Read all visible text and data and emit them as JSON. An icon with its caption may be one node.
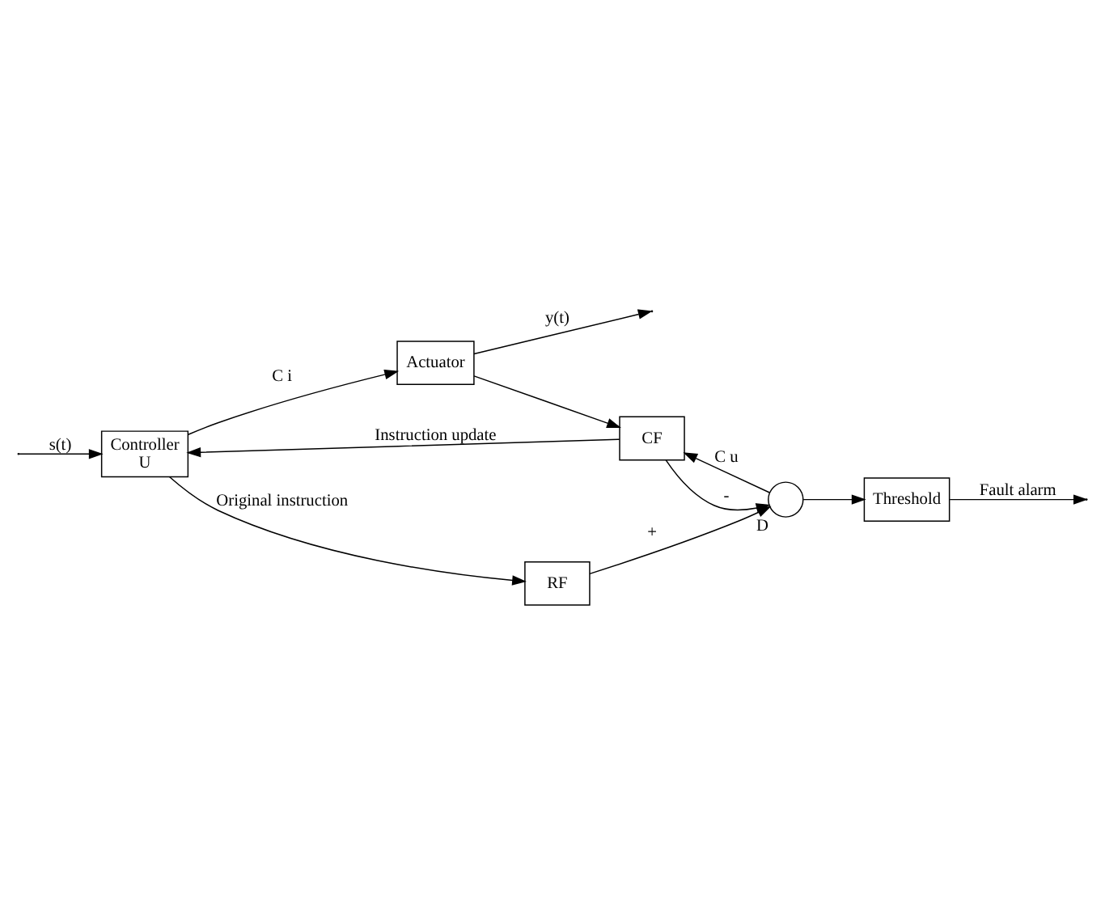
{
  "diagram": {
    "nodes": [
      {
        "text": [
          "Controller",
          "U"
        ]
      },
      {
        "text": [
          "Actuator"
        ]
      },
      {
        "text": [
          "CF"
        ]
      },
      {
        "text": [
          "RF"
        ]
      },
      {
        "text": [],
        "shape": "circle",
        "beside": [
          "D"
        ]
      },
      {
        "text": [
          "Threshold"
        ]
      }
    ],
    "edges": [
      {
        "from": null,
        "to": 0,
        "arrow": "to",
        "label": "s(t)"
      },
      {
        "from": 0,
        "to": 1,
        "arrow": "to",
        "label": "C i"
      },
      {
        "from": 1,
        "to": 2,
        "arrow": "to"
      },
      {
        "from": 1,
        "to": null,
        "arrow": "to",
        "label": "y(t)"
      },
      {
        "from": 2,
        "to": 0,
        "arrow": "to",
        "label": "Instruction update"
      },
      {
        "from": 2,
        "to": 4,
        "arrow": "to",
        "label": "-"
      },
      {
        "from": 4,
        "to": 2,
        "arrow": "to",
        "label": "C u"
      },
      {
        "from": 3,
        "to": 4,
        "arrow": "to",
        "label": "+"
      },
      {
        "from": 0,
        "to": 3,
        "arrow": "to",
        "label": "Original instruction"
      },
      {
        "from": 4,
        "to": 5,
        "arrow": "to"
      },
      {
        "from": 5,
        "to": null,
        "arrow": "to",
        "label": "Fault alarm"
      }
    ]
  }
}
